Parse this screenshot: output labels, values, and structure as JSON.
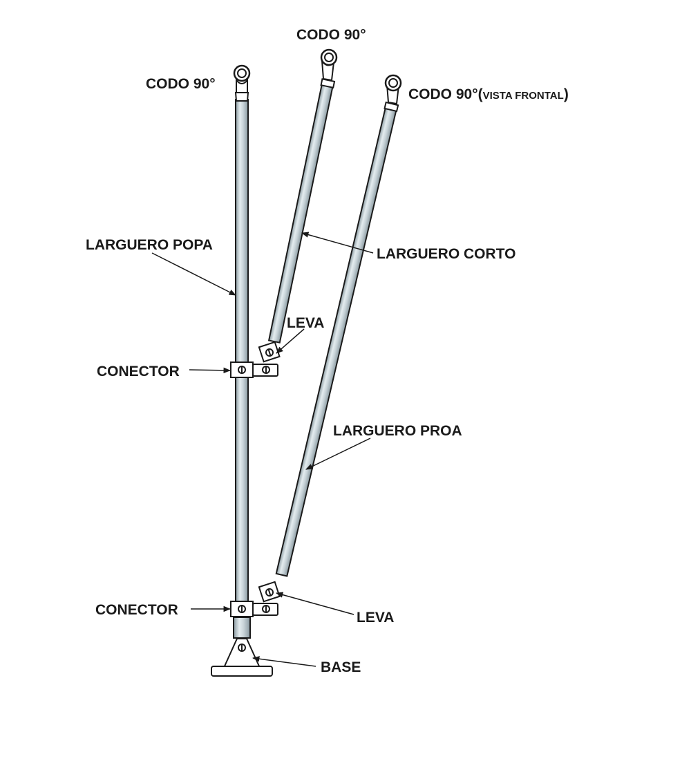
{
  "labels": {
    "codo_popa": "CODO 90°",
    "codo_corto": "CODO 90°",
    "codo_proa": "CODO 90°",
    "codo_proa_note_open": "(",
    "codo_proa_note": "VISTA FRONTAL",
    "codo_proa_note_close": ")",
    "larguero_popa": "LARGUERO POPA",
    "larguero_corto": "LARGUERO CORTO",
    "larguero_proa": "LARGUERO PROA",
    "leva_top": "LEVA",
    "leva_bottom": "LEVA",
    "conector_top": "CONECTOR",
    "conector_bottom": "CONECTOR",
    "base": "BASE"
  },
  "colors": {
    "ink": "#1a1a1a",
    "tube_light": "#e4ecef",
    "tube_mid": "#b9c7cd",
    "tube_dark": "#8a9aa1",
    "fitting": "#ffffff"
  }
}
